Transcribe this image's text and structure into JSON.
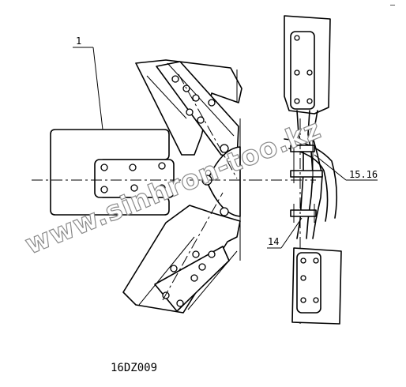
{
  "drawing": {
    "code": "16DZ009",
    "callouts": {
      "part_1": "1",
      "part_14": "14",
      "part_15_16": "15.16"
    },
    "watermark": "www.sinhron-too.kz",
    "corner_mark": "–"
  }
}
